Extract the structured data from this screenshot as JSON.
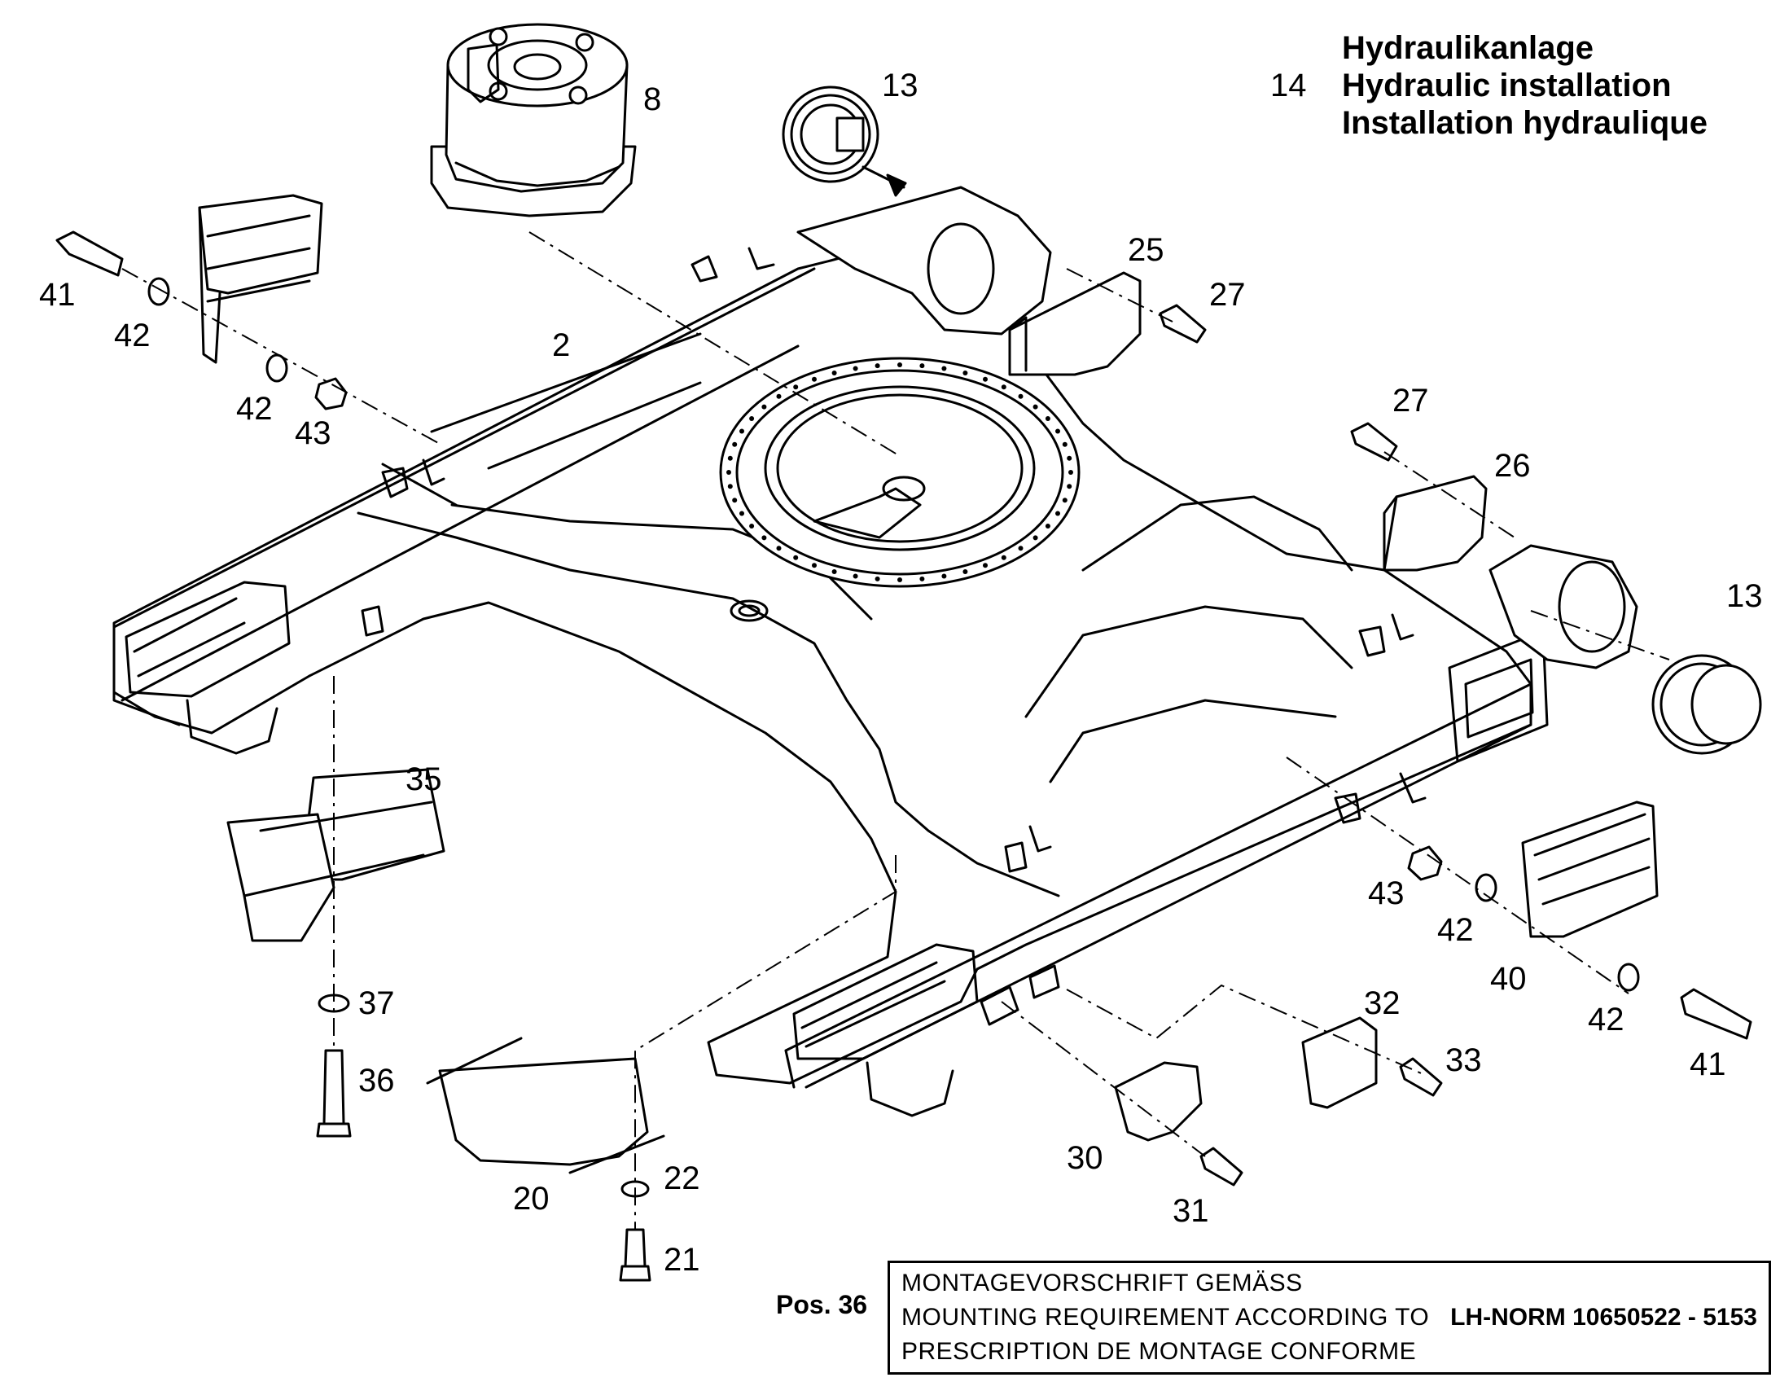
{
  "header": {
    "group_number": "14",
    "title_de": "Hydraulikanlage",
    "title_en": "Hydraulic installation",
    "title_fr": "Installation hydraulique"
  },
  "part_labels": {
    "p2": "2",
    "p8": "8",
    "p13a": "13",
    "p13b": "13",
    "p20": "20",
    "p21": "21",
    "p22": "22",
    "p25": "25",
    "p26": "26",
    "p27a": "27",
    "p27b": "27",
    "p30": "30",
    "p31": "31",
    "p32": "32",
    "p33": "33",
    "p35": "35",
    "p36": "36",
    "p37": "37",
    "p40": "40",
    "p41a": "41",
    "p41b": "41",
    "p42a": "42",
    "p42b": "42",
    "p42c": "42",
    "p42d": "42",
    "p43a": "43",
    "p43b": "43"
  },
  "note": {
    "pos_label": "Pos. 36",
    "line_de": "MONTAGEVORSCHRIFT GEMÄSS",
    "line_en": "MOUNTING REQUIREMENT ACCORDING TO",
    "line_fr": "PRESCRIPTION DE MONTAGE CONFORME",
    "reference": "LH-NORM 10650522 - 5153"
  }
}
